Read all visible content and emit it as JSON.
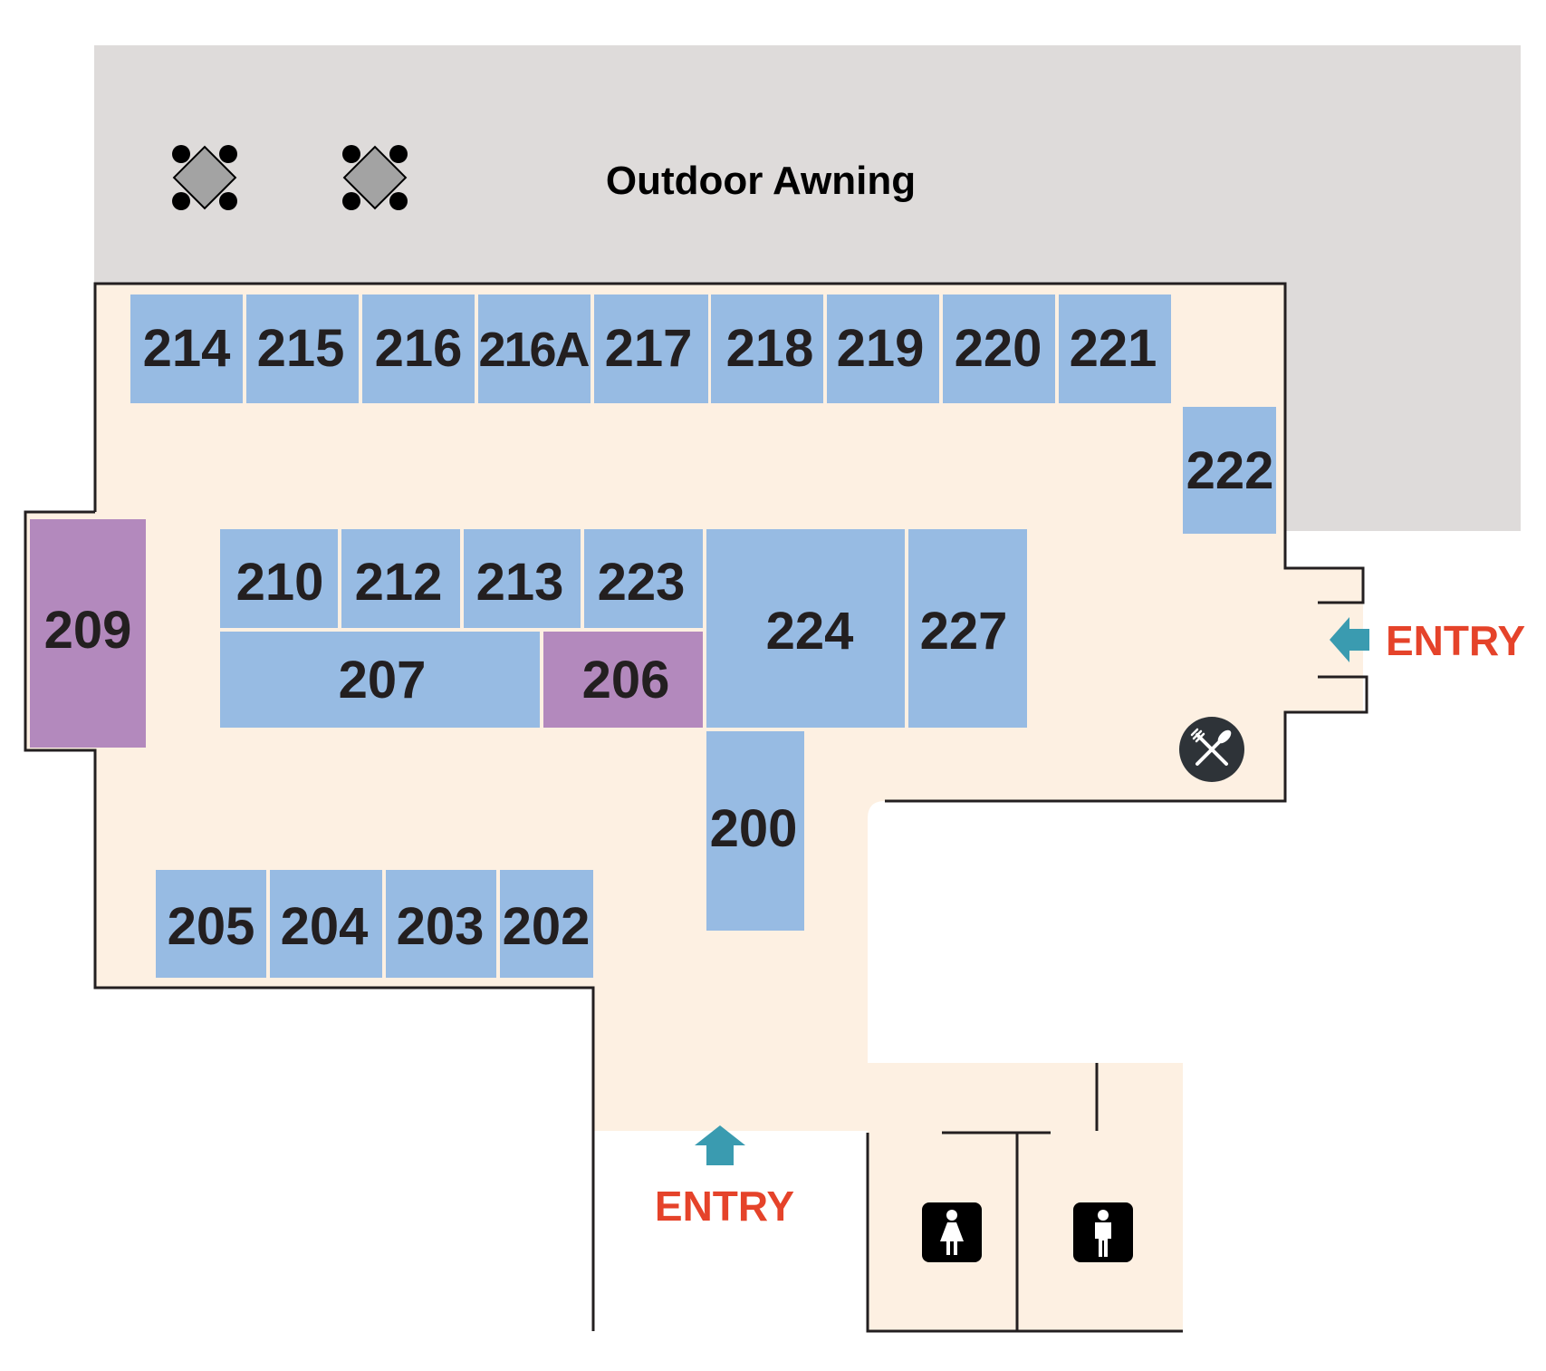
{
  "colors": {
    "awning": "#dedbda",
    "floor": "#fdf0e2",
    "wall": "#231f20",
    "room_blue": "#97bbe3",
    "room_purple": "#b389bd",
    "entry_arrow": "#3a9bb0",
    "entry_text": "#e5432a",
    "table": "#a3a3a3",
    "dining_icon": "#2e3338"
  },
  "awning": {
    "label": "Outdoor Awning"
  },
  "rooms": {
    "r214": "214",
    "r215": "215",
    "r216": "216",
    "r216a": "216A",
    "r217": "217",
    "r218": "218",
    "r219": "219",
    "r220": "220",
    "r221": "221",
    "r222": "222",
    "r209": "209",
    "r210": "210",
    "r212": "212",
    "r213": "213",
    "r223": "223",
    "r224": "224",
    "r227": "227",
    "r207": "207",
    "r206": "206",
    "r200": "200",
    "r205": "205",
    "r204": "204",
    "r203": "203",
    "r202": "202"
  },
  "entries": {
    "east": {
      "label": "ENTRY",
      "arrow_icon": "arrow-left-icon"
    },
    "south": {
      "label": "ENTRY",
      "arrow_icon": "arrow-up-icon"
    }
  },
  "icons": {
    "dining": "fork-knife-icon",
    "womens_restroom": "woman-restroom-icon",
    "mens_restroom": "man-restroom-icon",
    "table": "table-with-chairs-icon"
  }
}
